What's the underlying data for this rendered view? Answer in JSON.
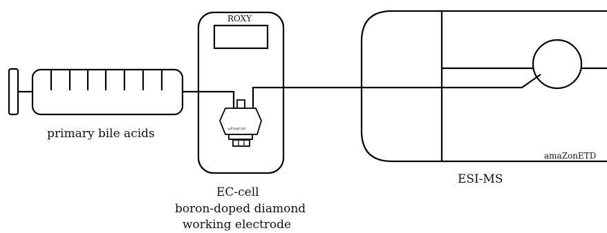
{
  "labels": {
    "syringe": "primary bile acids",
    "roxy": "ROXY",
    "cell_chip": "μPrepCell",
    "ec_cell_line1": "EC-cell",
    "ec_cell_line2": "boron-doped diamond",
    "ec_cell_line3": "working electrode",
    "ms_instrument": "amaZonETD",
    "ms_title": "ESI-MS"
  },
  "colors": {
    "stroke": "#000000",
    "background": "#ffffff"
  }
}
